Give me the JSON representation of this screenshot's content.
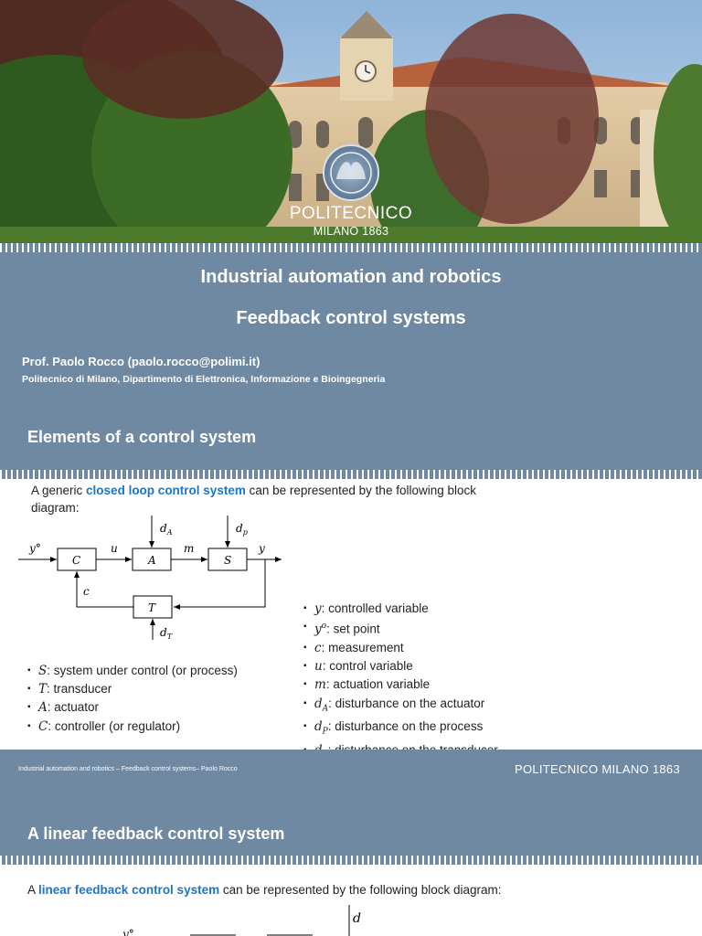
{
  "header_photo": {
    "logo_name": "POLITECNICO",
    "logo_sub": "MILANO 1863"
  },
  "title_slide": {
    "course": "Industrial automation and robotics",
    "lecture": "Feedback control systems",
    "author": "Prof. Paolo Rocco (paolo.rocco@polimi.it)",
    "affiliation": "Politecnico di Milano,  Dipartimento di Elettronica, Informazione e Bioingegneria"
  },
  "slide1": {
    "title": "Elements of a control system",
    "intro_before": "A generic ",
    "intro_highlight": "closed loop control system",
    "intro_after": " can be represented by the following block diagram:",
    "diagram": {
      "blocks": [
        "C",
        "A",
        "S",
        "T"
      ],
      "signals": [
        "y°",
        "u",
        "m",
        "y",
        "c",
        "d",
        "d",
        "d"
      ],
      "disturbance_subscripts": [
        "A",
        "p",
        "T"
      ]
    },
    "left_list": [
      {
        "sym": "S",
        "text": ": system under control (or process)"
      },
      {
        "sym": "T",
        "text": ": transducer"
      },
      {
        "sym": "A",
        "text": ": actuator"
      },
      {
        "sym": "C",
        "text": ": controller (or regulator)"
      }
    ],
    "right_list": [
      {
        "sym": "y",
        "sub": "",
        "sup": "",
        "text": ": controlled variable"
      },
      {
        "sym": "y",
        "sub": "",
        "sup": "o",
        "text": ": set point"
      },
      {
        "sym": "c",
        "sub": "",
        "sup": "",
        "text": ": measurement"
      },
      {
        "sym": "u",
        "sub": "",
        "sup": "",
        "text": ": control variable"
      },
      {
        "sym": "m",
        "sub": "",
        "sup": "",
        "text": ": actuation variable"
      },
      {
        "sym": "d",
        "sub": "A",
        "sup": "",
        "text": ": disturbance on the actuator"
      },
      {
        "sym": "d",
        "sub": "P",
        "sup": "",
        "text": ": disturbance on the process"
      },
      {
        "sym": "d",
        "sub": "T",
        "sup": "",
        "text": ": disturbance on the transducer"
      }
    ]
  },
  "footer": {
    "left": "Industrial automation and robotics – Feedback control systems– Paolo Rocco",
    "brand_bold": "POLITECNICO",
    "brand_rest": " MILANO 1863"
  },
  "slide2": {
    "title": "A linear feedback control system",
    "intro_before": "A ",
    "intro_highlight": "linear feedback control system",
    "intro_after": " can be represented by the following block diagram:",
    "diagram_labels": [
      "d",
      "y°"
    ]
  }
}
